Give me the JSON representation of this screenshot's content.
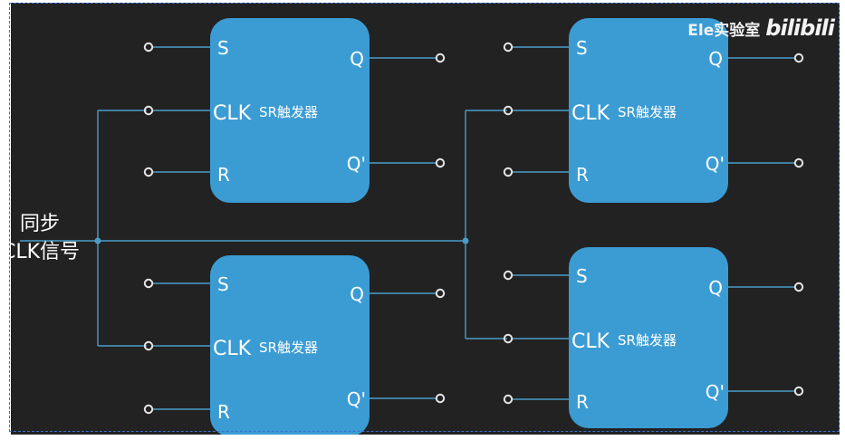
{
  "watermark": {
    "channel": "Ele实验室",
    "brand": "bilibili"
  },
  "clock_label": {
    "line1": "同步",
    "line2": "CLK信号"
  },
  "flipflop": {
    "title": "SR触发器",
    "pins": {
      "s": "S",
      "clk": "CLK",
      "r": "R",
      "q": "Q",
      "qbar": "Q'"
    }
  },
  "subtitle": "",
  "colors": {
    "background": "#222222",
    "block": "#3b9cd4",
    "wire": "#4a9cc9",
    "terminal": "#e6e6e6",
    "text": "#ffffff"
  }
}
